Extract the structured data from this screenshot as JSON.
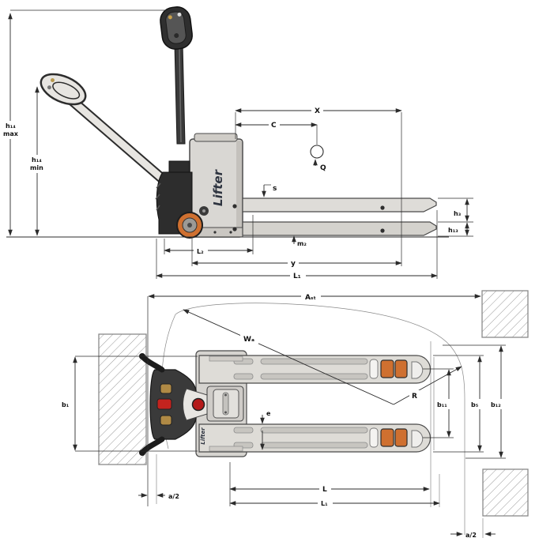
{
  "brand": "Lifter",
  "side_view": {
    "labels": {
      "h14": "h₁₄",
      "max": "max",
      "min": "min",
      "X": "X",
      "C": "C",
      "Q": "Q",
      "s": "s",
      "h3": "h₃",
      "h13": "h₁₃",
      "L2": "L₂",
      "m2": "m₂",
      "y": "y",
      "L1": "L₁"
    }
  },
  "top_view": {
    "labels": {
      "Ast": "Aₛₜ",
      "Wa": "Wₐ",
      "R": "R",
      "b11": "b₁₁",
      "b5": "b₅",
      "b12": "b₁₂",
      "b1": "b₁",
      "e": "e",
      "a2": "a/2",
      "L": "L",
      "L1": "L₁"
    }
  },
  "colors": {
    "orange": "#cf7030",
    "red": "#c3231e",
    "body_gray": "#d9d7d3",
    "line": "#2b2b2b"
  }
}
